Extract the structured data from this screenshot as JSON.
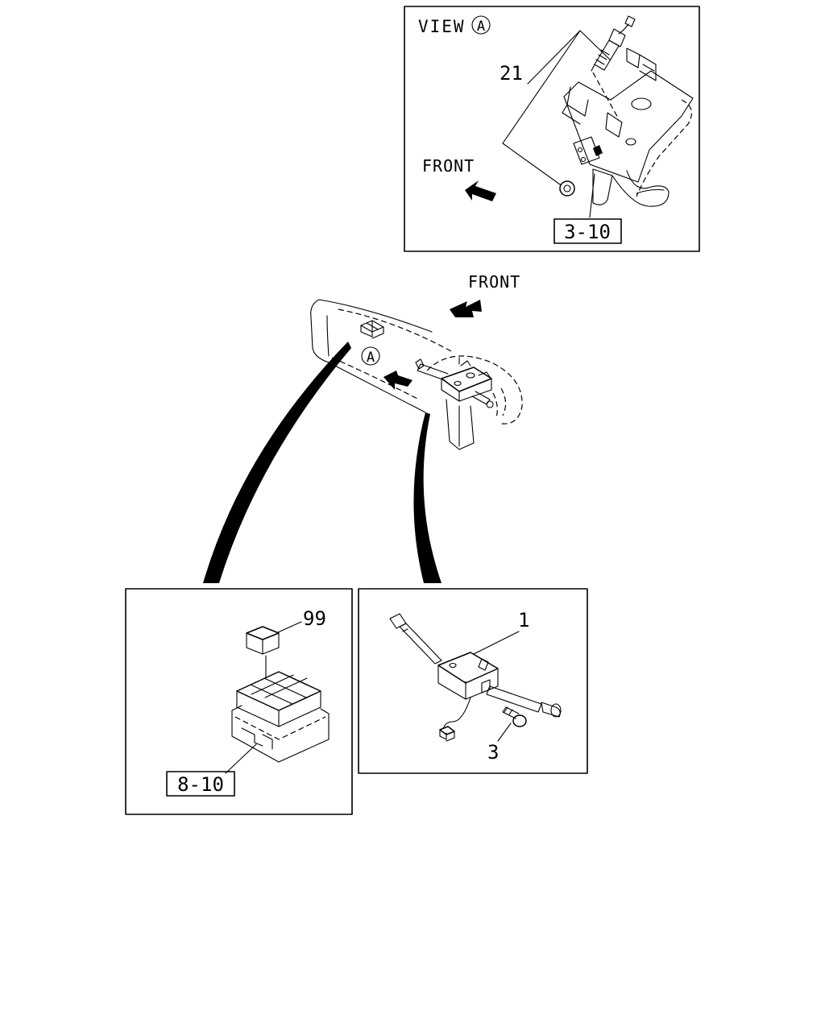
{
  "view_panel": {
    "view_label": "VIEW",
    "view_marker": "A",
    "part_21": "21",
    "front_label": "FRONT",
    "ref_3_10": "3-10"
  },
  "main_view": {
    "front_label": "FRONT",
    "marker": "A"
  },
  "relay_panel": {
    "part_99": "99",
    "ref_8_10": "8-10"
  },
  "switch_panel": {
    "part_1": "1",
    "part_3": "3"
  }
}
